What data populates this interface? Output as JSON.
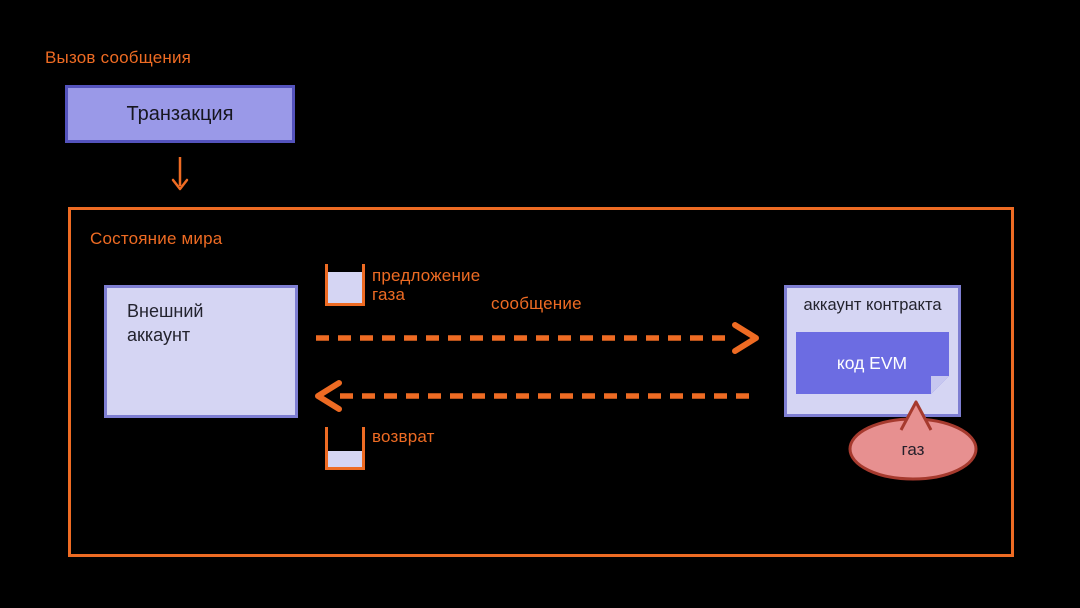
{
  "title": "Вызов сообщения",
  "transaction": {
    "label": "Транзакция"
  },
  "world_state": {
    "label": "Состояние мира",
    "external_account": {
      "line1": "Внешний",
      "line2": "аккаунт"
    },
    "gas_supply": {
      "line1": "предложение",
      "line2": "газа"
    },
    "message_label": "сообщение",
    "return_label": "возврат",
    "contract_account": {
      "label": "аккаунт контракта",
      "evm_label": "код EVM"
    },
    "gas_bubble": {
      "label": "газ"
    }
  },
  "colors": {
    "background": "#000000",
    "accent_orange": "#ee6b23",
    "transaction_fill": "#9a99e8",
    "transaction_border": "#5453bd",
    "account_fill": "#d5d5f3",
    "account_border": "#7e7ed2",
    "evm_fill": "#6c6ce2",
    "evm_fold": "#c7c7f0",
    "gas_bubble_fill": "#e79090",
    "gas_bubble_border": "#a63a2e",
    "dark_text": "#1d1d28"
  }
}
